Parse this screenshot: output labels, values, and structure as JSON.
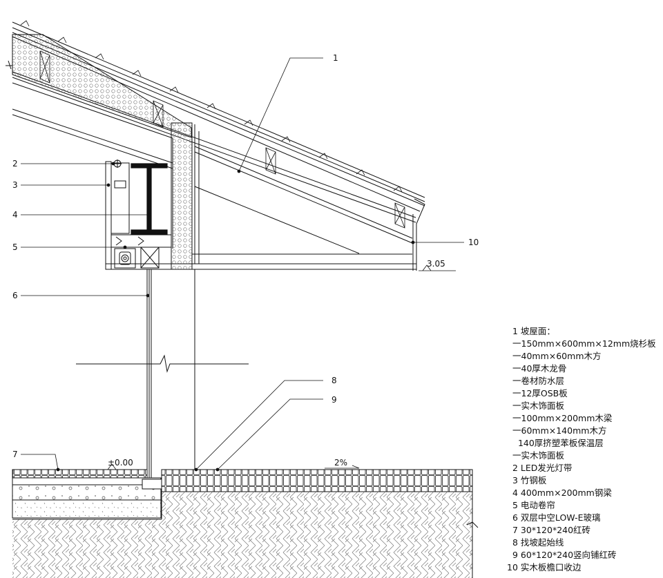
{
  "callouts": [
    "1",
    "2",
    "3",
    "4",
    "5",
    "6",
    "7",
    "8",
    "9",
    "10"
  ],
  "levels": {
    "eave": "3.05",
    "floor": "±0.00"
  },
  "slope": "2%",
  "legend": [
    "1 坡屋面：",
    "一150mm×600mm×12mm烧杉板",
    "一40mm×60mm木方",
    "一40厚木龙骨",
    "一卷材防水层",
    "一12厚OSB板",
    "一实木饰面板",
    "一100mm×200mm木梁",
    "一60mm×140mm木方",
    "  140厚挤塑苯板保温层",
    "一实木饰面板",
    "2 LED发光灯带",
    "3 竹钢板",
    "4 400mm×200mm钢梁",
    "5 电动卷帘",
    "6 双层中空LOW-E玻璃",
    "7 30*120*240红砖",
    "8 找坡起始线",
    "9 60*120*240竖向铺红砖",
    "10 实木板檐口收边"
  ]
}
